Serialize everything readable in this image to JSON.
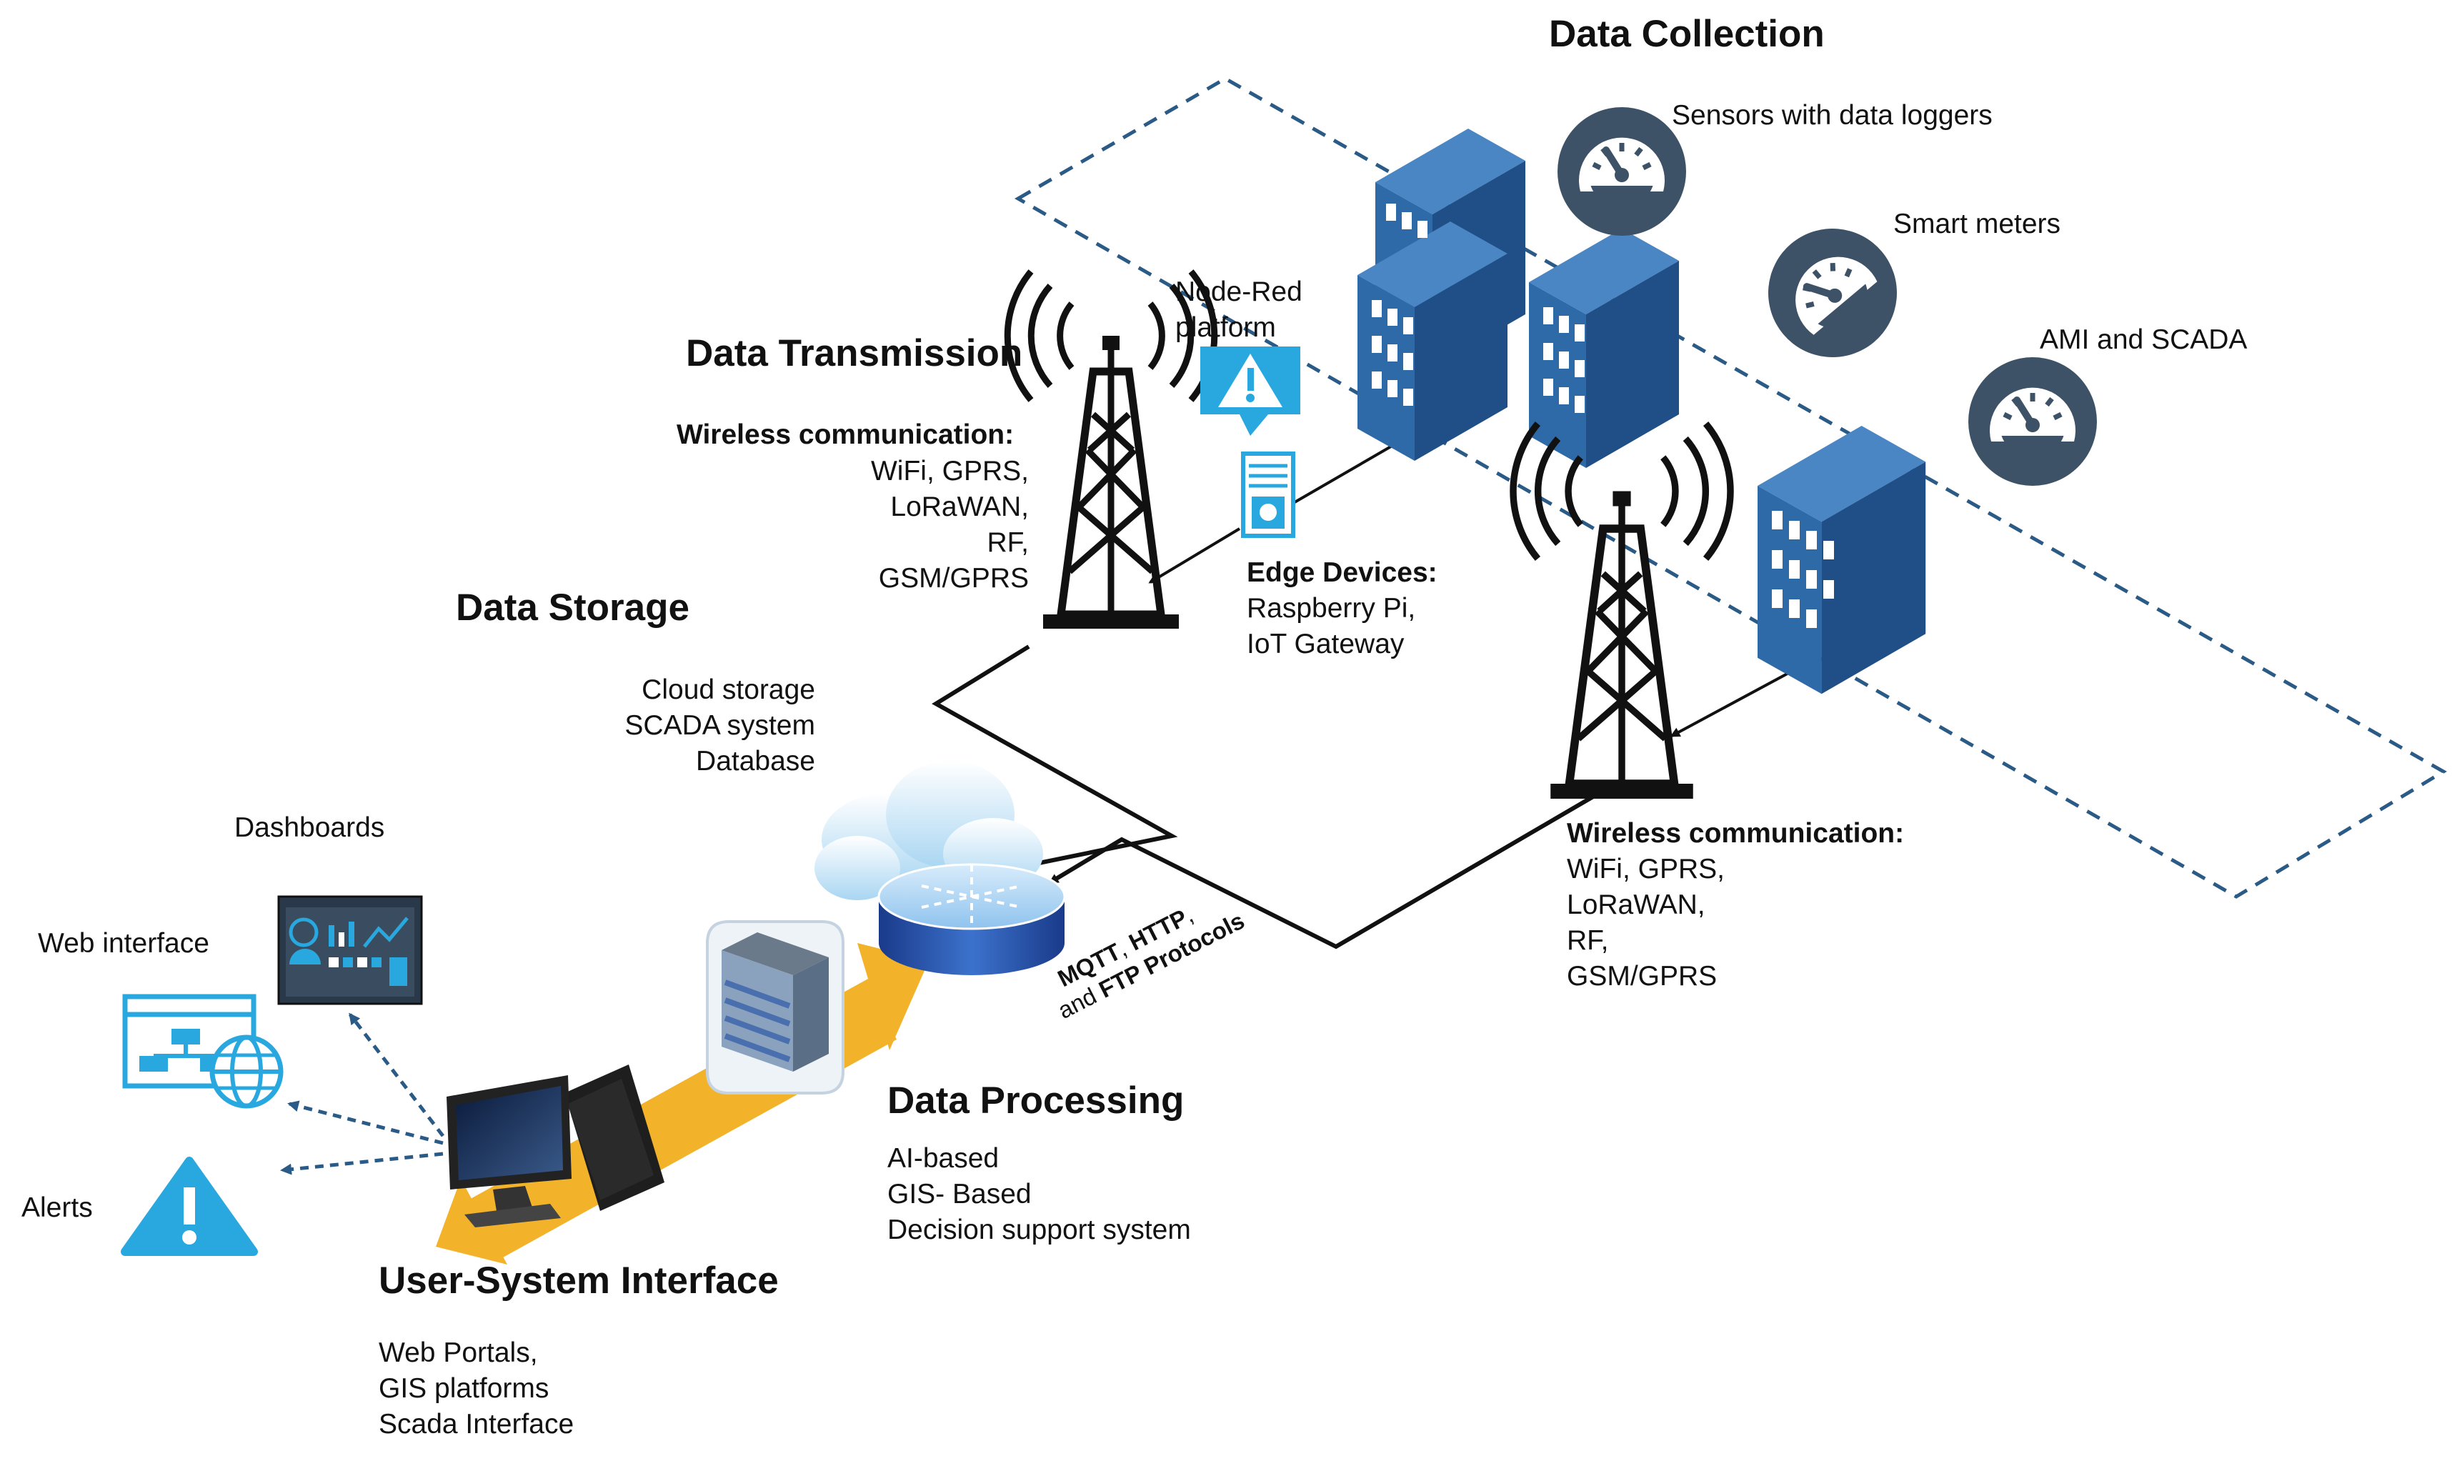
{
  "sections": {
    "collection": {
      "title": "Data Collection",
      "sensors_label": "Sensors with data loggers",
      "smart_meters_label": "Smart meters",
      "ami_label": "AMI and SCADA"
    },
    "transmission": {
      "title": "Data Transmission",
      "wireless_heading": "Wireless communication:",
      "wireless_items": [
        "WiFi, GPRS,",
        "LoRaWAN,",
        "RF,",
        "GSM/GPRS"
      ]
    },
    "node_red": {
      "lines": [
        "Node-Red",
        "platform"
      ]
    },
    "edge": {
      "heading": "Edge Devices:",
      "items": [
        "Raspberry Pi,",
        "IoT Gateway"
      ]
    },
    "wireless_right": {
      "heading": "Wireless communication:",
      "items": [
        "WiFi, GPRS,",
        "LoRaWAN,",
        "RF,",
        "GSM/GPRS"
      ]
    },
    "storage": {
      "title": "Data Storage",
      "items": [
        "Cloud storage",
        "SCADA system",
        "Database"
      ]
    },
    "protocols": {
      "line1": [
        "MQTT",
        ", ",
        "HTTP",
        ","
      ],
      "line2": [
        "and ",
        "FTP Protocols"
      ]
    },
    "processing": {
      "title": "Data Processing",
      "items": [
        "AI-based",
        "GIS- Based",
        "Decision support system"
      ]
    },
    "interface": {
      "title": "User-System Interface",
      "items": [
        "Web Portals,",
        "GIS platforms",
        "Scada Interface"
      ]
    },
    "outputs": {
      "dashboards": "Dashboards",
      "web_interface": "Web interface",
      "alerts": "Alerts"
    }
  },
  "icons": [
    "building-icon",
    "gauge-icon",
    "transmission-tower-icon",
    "warning-icon",
    "server-icon",
    "cloud-icon",
    "database-icon",
    "server-rack-icon",
    "desktop-computer-icon",
    "dashboard-icon",
    "web-network-icon",
    "globe-icon"
  ],
  "colors": {
    "building": "#2e6aa8",
    "gauge": "#3d5266",
    "arrow_band": "#f2b22a",
    "accent_blue": "#29a8e0",
    "dashed": "#2a5a86"
  }
}
